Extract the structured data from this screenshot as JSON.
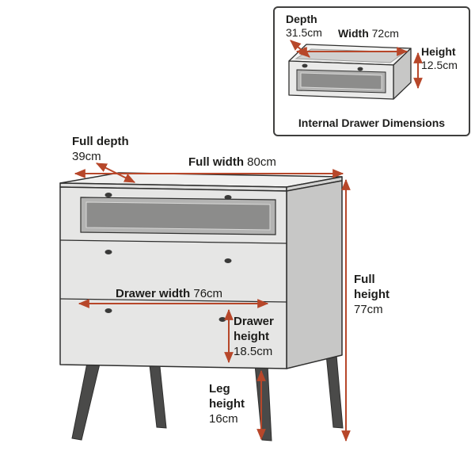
{
  "colors": {
    "dimension_line": "#b7472a",
    "text": "#1d1d1b",
    "furniture_front": "#e6e6e5",
    "furniture_side": "#c7c7c6",
    "glass_panel": "#8c8c8b"
  },
  "inset": {
    "title": "Internal Drawer Dimensions",
    "depth_label": "Depth",
    "depth_value": "31.5cm",
    "width_label": "Width",
    "width_value": "72cm",
    "height_label": "Height",
    "height_value": "12.5cm"
  },
  "main": {
    "full_depth_label": "Full depth",
    "full_depth_value": "39cm",
    "full_width_label": "Full width",
    "full_width_value": "80cm",
    "full_height_label": "Full height",
    "full_height_value": "77cm",
    "drawer_width_label": "Drawer width",
    "drawer_width_value": "76cm",
    "drawer_height_label": "Drawer height",
    "drawer_height_value": "18.5cm",
    "leg_height_label": "Leg height",
    "leg_height_value": "16cm"
  }
}
